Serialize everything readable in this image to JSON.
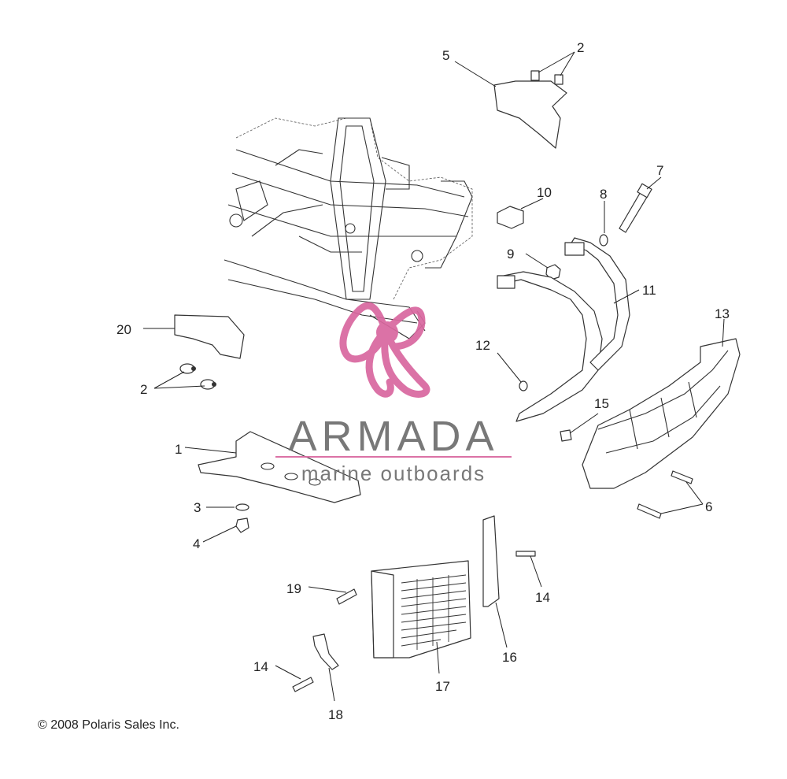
{
  "diagram": {
    "callouts": [
      {
        "id": "c1",
        "label": "1"
      },
      {
        "id": "c2a",
        "label": "2"
      },
      {
        "id": "c2b",
        "label": "2"
      },
      {
        "id": "c3",
        "label": "3"
      },
      {
        "id": "c4",
        "label": "4"
      },
      {
        "id": "c5",
        "label": "5"
      },
      {
        "id": "c6",
        "label": "6"
      },
      {
        "id": "c7",
        "label": "7"
      },
      {
        "id": "c8",
        "label": "8"
      },
      {
        "id": "c9",
        "label": "9"
      },
      {
        "id": "c10",
        "label": "10"
      },
      {
        "id": "c11",
        "label": "11"
      },
      {
        "id": "c12",
        "label": "12"
      },
      {
        "id": "c13",
        "label": "13"
      },
      {
        "id": "c14a",
        "label": "14"
      },
      {
        "id": "c14b",
        "label": "14"
      },
      {
        "id": "c15",
        "label": "15"
      },
      {
        "id": "c16",
        "label": "16"
      },
      {
        "id": "c17",
        "label": "17"
      },
      {
        "id": "c18",
        "label": "18"
      },
      {
        "id": "c19",
        "label": "19"
      },
      {
        "id": "c20",
        "label": "20"
      }
    ],
    "copyright": "© 2008 Polaris Sales Inc."
  },
  "watermark": {
    "brand": "ARMADA",
    "tagline": "marine outboards",
    "accent_color": "#d9679f",
    "text_color": "#6d6d6d"
  }
}
